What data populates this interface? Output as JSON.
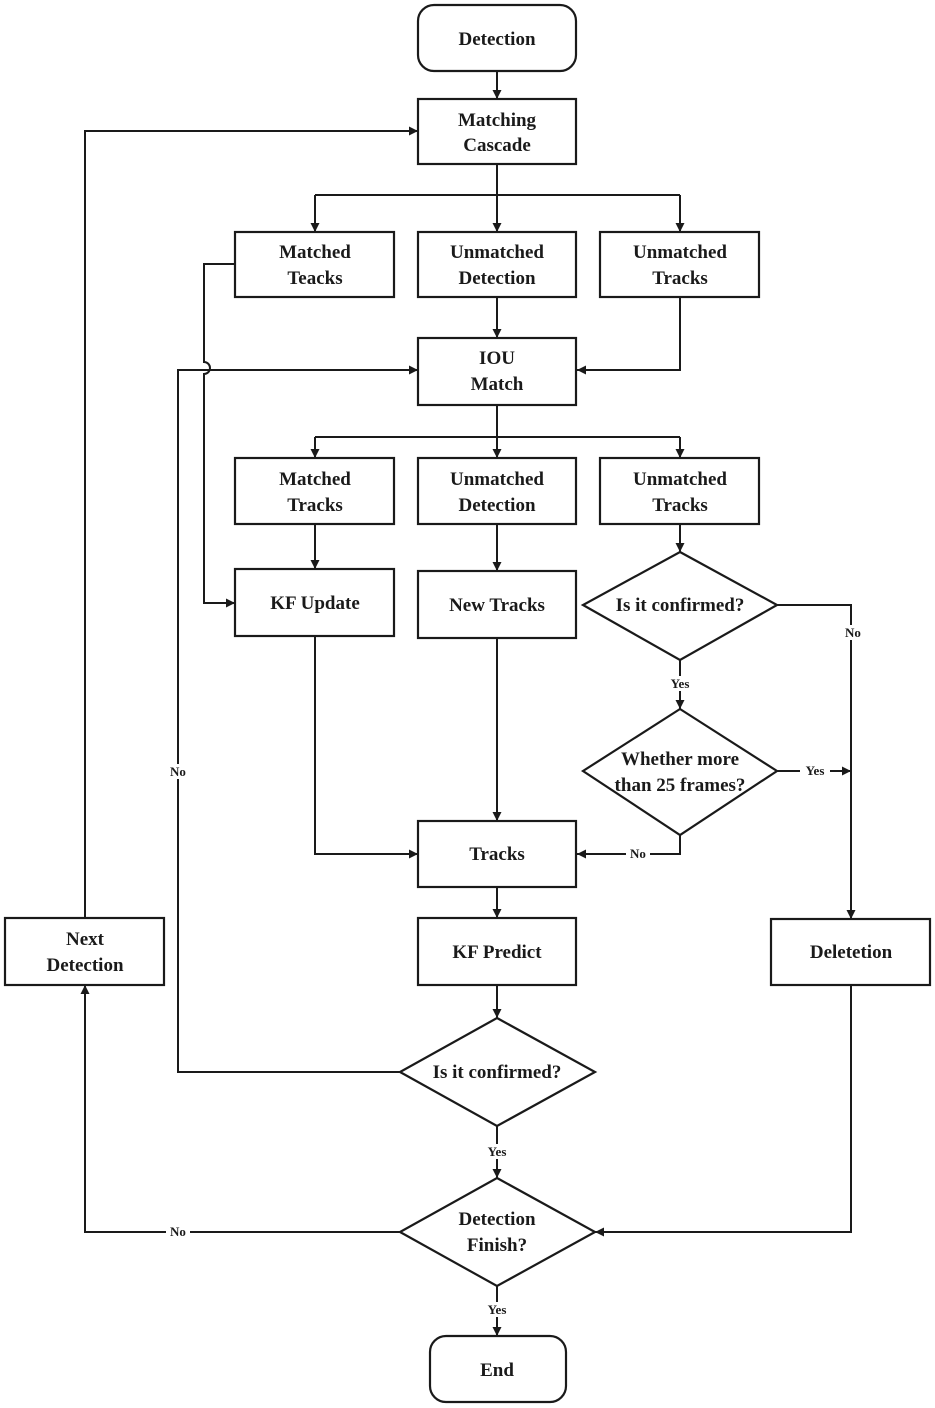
{
  "nodes": {
    "detection": "Detection",
    "matching_cascade": [
      "Matching",
      "Cascade"
    ],
    "matched_teacks": [
      "Matched",
      "Teacks"
    ],
    "unmatched_detection_1": [
      "Unmatched",
      "Detection"
    ],
    "unmatched_tracks_1": [
      "Unmatched",
      "Tracks"
    ],
    "iou_match": [
      "IOU",
      "Match"
    ],
    "matched_tracks": [
      "Matched",
      "Tracks"
    ],
    "unmatched_detection_2": [
      "Unmatched",
      "Detection"
    ],
    "unmatched_tracks_2": [
      "Unmatched",
      "Tracks"
    ],
    "kf_update": "KF Update",
    "new_tracks": "New Tracks",
    "is_confirmed_1": "Is it confirmed?",
    "whether_25_frames": [
      "Whether more",
      "than 25 frames?"
    ],
    "tracks": "Tracks",
    "kf_predict": "KF Predict",
    "deletion": "Deletetion",
    "next_detection": [
      "Next",
      "Detection"
    ],
    "is_confirmed_2": "Is it confirmed?",
    "detection_finish": [
      "Detection",
      "Finish?"
    ],
    "end": "End"
  },
  "edge_labels": {
    "confirmed1_no": "No",
    "confirmed1_yes": "Yes",
    "frames_yes": "Yes",
    "frames_no": "No",
    "confirmed2_no": "No",
    "confirmed2_yes": "Yes",
    "finish_no": "No",
    "finish_yes": "Yes"
  },
  "colors": {
    "stroke": "#1a1a1a",
    "fill": "#ffffff"
  }
}
